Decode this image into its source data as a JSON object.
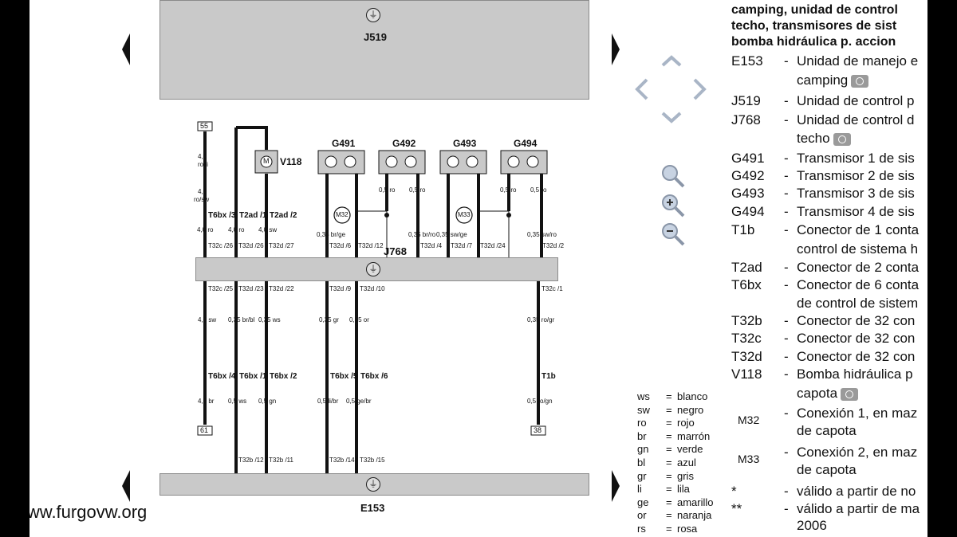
{
  "diagram": {
    "top_bar_label": "J519",
    "mid_bar_label": "J768",
    "bottom_bar_label": "E153",
    "ground_glyph": "⏚",
    "terminals": [
      "55",
      "61",
      "38"
    ],
    "motor": {
      "symbol": "M",
      "label": "V118"
    },
    "sensors": [
      "G491",
      "G492",
      "G493",
      "G494"
    ],
    "connections": [
      "M32",
      "M33"
    ],
    "wires_upper": [
      {
        "size": "4,0",
        "color": "ro/li"
      },
      {
        "size": "4,0",
        "color": "ro/sw"
      }
    ],
    "connectors_upper": [
      "T6bx /3",
      "T2ad /1",
      "T2ad /2"
    ],
    "connectors_upper_left": [
      "4,0 ro",
      "4,0 ro",
      "4,0 sw"
    ],
    "sensor_wires": [
      "0,5 ro",
      "0,5 ro",
      "0,5 ro",
      "0,5 ro"
    ],
    "j768_top_pins": [
      {
        "wire": "4,0 ro",
        "pin": "T32c /26"
      },
      {
        "wire": "4,0 ro",
        "pin": "T32d /26"
      },
      {
        "wire": "4,0 sw",
        "pin": "T32d /27"
      },
      {
        "wire": "0,35 br/ge",
        "pin": "T32d /6"
      },
      {
        "wire": "0,5 ro",
        "pin": "T32d /12"
      },
      {
        "wire": "0,35 br/ro",
        "pin": "T32d /4"
      },
      {
        "wire": "0,35 sw/ge",
        "pin": "T32d /7"
      },
      {
        "wire": "0,5 ro",
        "pin": "T32d /24"
      },
      {
        "wire": "0,35 sw/ro",
        "pin": "T32d /2"
      }
    ],
    "j768_bottom_pins": [
      {
        "pin": "T32c /25",
        "wire": "4,0 sw"
      },
      {
        "pin": "T32d /23",
        "wire": "0,35 br/bl"
      },
      {
        "pin": "T32d /22",
        "wire": "0,35 ws"
      },
      {
        "pin": "T32d /9",
        "wire": "0,35 gr"
      },
      {
        "pin": "T32d /10",
        "wire": "0,35 or"
      },
      {
        "pin": "T32c /1",
        "wire": "0,35 ro/gr"
      }
    ],
    "lower_connectors": [
      {
        "pin": "T6bx /4",
        "wire": "4,0 br"
      },
      {
        "pin": "T6bx /1",
        "wire": "0,5 ws"
      },
      {
        "pin": "T6bx /2",
        "wire": "0,5 gn"
      },
      {
        "pin": "T6bx /5",
        "wire": "0,5 li/br"
      },
      {
        "pin": "T6bx /6",
        "wire": "0,5 ge/br"
      },
      {
        "pin": "T1b",
        "wire": "0,5 ro/gn"
      }
    ],
    "e153_pins": [
      "T32b /12",
      "T32b /11",
      "T32b /14",
      "T32b /15"
    ]
  },
  "color_legend": [
    {
      "code": "ws",
      "name": "blanco"
    },
    {
      "code": "sw",
      "name": "negro"
    },
    {
      "code": "ro",
      "name": "rojo"
    },
    {
      "code": "br",
      "name": "marrón"
    },
    {
      "code": "gn",
      "name": "verde"
    },
    {
      "code": "bl",
      "name": "azul"
    },
    {
      "code": "gr",
      "name": "gris"
    },
    {
      "code": "li",
      "name": "lila"
    },
    {
      "code": "ge",
      "name": "amarillo"
    },
    {
      "code": "or",
      "name": "naranja"
    },
    {
      "code": "rs",
      "name": "rosa"
    }
  ],
  "legend": {
    "heading": [
      "camping, unidad de control",
      "techo, transmisores de sist",
      "bomba hidráulica p. accion"
    ],
    "items": [
      {
        "code": "E153",
        "desc": "Unidad de manejo e",
        "desc2": "camping",
        "camera": true
      },
      {
        "code": "J519",
        "desc": "Unidad de control p"
      },
      {
        "code": "J768",
        "desc": "Unidad de control d",
        "desc2": "techo",
        "camera": true
      },
      {
        "code": "G491",
        "desc": "Transmisor 1 de sis"
      },
      {
        "code": "G492",
        "desc": "Transmisor 2 de sis"
      },
      {
        "code": "G493",
        "desc": "Transmisor 3 de sis"
      },
      {
        "code": "G494",
        "desc": "Transmisor 4 de sis"
      },
      {
        "code": "T1b",
        "desc": "Conector de 1 conta",
        "desc2": "control de sistema h"
      },
      {
        "code": "T2ad",
        "desc": "Conector de 2 conta"
      },
      {
        "code": "T6bx",
        "desc": "Conector de 6 conta",
        "desc2": "de control de sistem"
      },
      {
        "code": "T32b",
        "desc": "Conector de 32 con"
      },
      {
        "code": "T32c",
        "desc": "Conector de 32 con"
      },
      {
        "code": "T32d",
        "desc": "Conector de 32 con"
      },
      {
        "code": "V118",
        "desc": "Bomba hidráulica p",
        "desc2": "capota",
        "camera": true
      },
      {
        "code": "M32",
        "desc": "Conexión 1, en maz",
        "desc2": "de capota"
      },
      {
        "code": "M33",
        "desc": "Conexión 2, en maz",
        "desc2": "de capota"
      },
      {
        "code": "*",
        "desc": "válido a partir de no"
      },
      {
        "code": "**",
        "desc": "válido a partir de ma",
        "desc2": "2006"
      }
    ]
  },
  "watermark": "www.furgovw.org",
  "controls": [
    "pan-up-icon",
    "pan-left-icon",
    "pan-right-icon",
    "pan-down-icon",
    "zoom-fit-icon",
    "zoom-in-icon",
    "zoom-out-icon"
  ]
}
